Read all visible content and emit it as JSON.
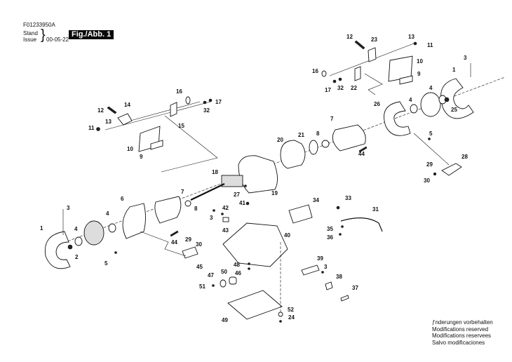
{
  "header": {
    "document_id": "F01233950A",
    "stand_label": "Stand",
    "issue_label": "Issue",
    "brace": "}",
    "date": "00-05-22",
    "figure_label": "Fig./Abb. 1"
  },
  "notes": [
    "ƒnderungen vorbehalten",
    "Modifications reserved",
    "Modifications reservees",
    "Salvo modificaciones"
  ],
  "part_labels": {
    "tl_12": "12",
    "tl_14": "14",
    "tl_16": "16",
    "tl_13": "13",
    "tl_11": "11",
    "tl_32": "32",
    "tl_17": "17",
    "tl_15": "15",
    "tl_10": "10",
    "tl_9": "9",
    "tr_12": "12",
    "tr_23": "23",
    "tr_13": "13",
    "tr_11": "11",
    "tr_10": "10",
    "tr_16": "16",
    "tr_17": "17",
    "tr_32": "32",
    "tr_22": "22",
    "tr_9": "9",
    "r_3": "3",
    "r_1": "1",
    "r_4a": "4",
    "r_4b": "4",
    "r_25": "25",
    "r_26": "26",
    "r_5": "5",
    "r_28": "28",
    "r_29": "29",
    "r_30": "30",
    "m_7": "7",
    "m_8": "8",
    "m_21": "21",
    "m_20": "20",
    "m_44": "44",
    "m_18": "18",
    "m_27": "27",
    "m_19": "19",
    "m_41": "41",
    "l_1": "1",
    "l_2": "2",
    "l_3": "3",
    "l_4a": "4",
    "l_4b": "4",
    "l_6": "6",
    "l_7": "7",
    "l_8": "8",
    "l_5": "5",
    "l_44": "44",
    "l_29": "29",
    "l_30": "30",
    "l_45": "45",
    "b_42": "42",
    "b_3": "3",
    "b_43": "43",
    "b_34": "34",
    "b_33": "33",
    "b_31": "31",
    "b_35": "35",
    "b_36": "36",
    "b_40": "40",
    "b_48": "48",
    "b_46": "46",
    "b_50": "50",
    "b_47": "47",
    "b_51": "51",
    "b_39": "39",
    "b_3b": "3",
    "b_38": "38",
    "b_37": "37",
    "b_49": "49",
    "b_52": "52",
    "b_24": "24"
  }
}
